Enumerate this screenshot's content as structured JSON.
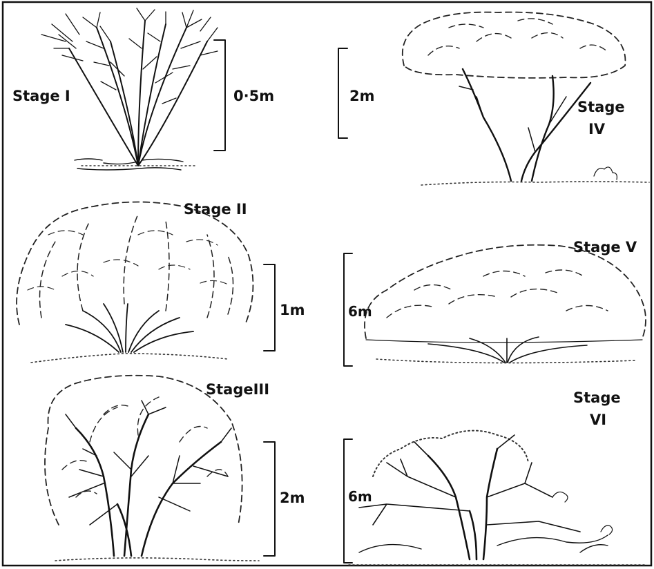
{
  "stages": [
    {
      "id": "I",
      "label": "Stage I",
      "height": "0·5m"
    },
    {
      "id": "II",
      "label": "Stage II",
      "height": "1m"
    },
    {
      "id": "III",
      "label": "StageIII",
      "height": "2m"
    },
    {
      "id": "IV",
      "label_lines": [
        "Stage",
        "IV"
      ],
      "height": "2m"
    },
    {
      "id": "V",
      "label": "Stage V",
      "height": "6m"
    },
    {
      "id": "VI",
      "label_lines": [
        "Stage",
        "VI"
      ],
      "height": "6m"
    }
  ]
}
